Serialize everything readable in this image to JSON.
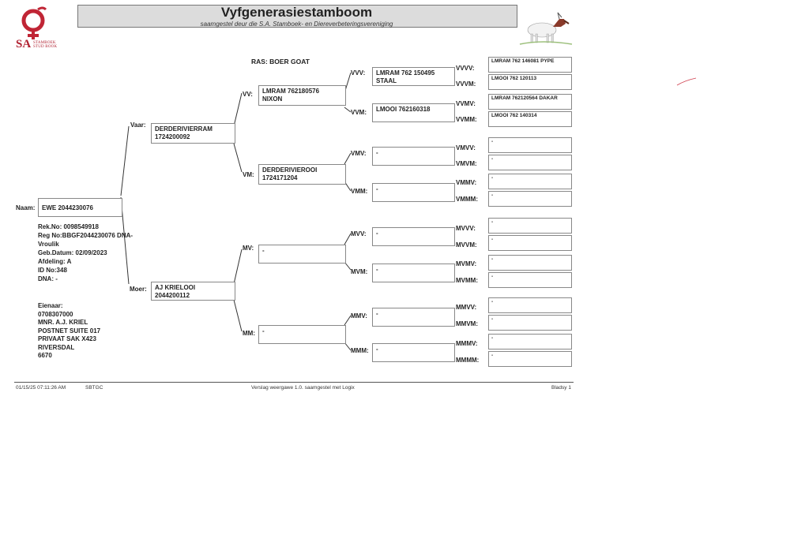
{
  "header": {
    "title": "Vyfgenerasiestamboom",
    "subtitle": "saamgestel deur die S.A. Stamboek- en Diereverbeteringsvereniging",
    "logo_text": "SA",
    "logo_small_1": "STAMBOEK",
    "logo_small_2": "STUD BOOK"
  },
  "breed": "RAS: BOER GOAT",
  "animal": {
    "label": "Naam:",
    "name": "EWE 2044230076",
    "details": [
      "Rek.No: 0098549918",
      "Reg No:BBGF2044230076 DNA-",
      "Vroulik",
      "Geb.Datum: 02/09/2023",
      "Afdeling: A",
      "ID No:348",
      "DNA: -"
    ],
    "owner": [
      "Eienaar:",
      "0708307000",
      "MNR. A.J. KRIEL",
      "POSTNET SUITE 017",
      "PRIVAAT SAK X423",
      "RIVERSDAL",
      "6670"
    ]
  },
  "pedigree": {
    "sire": {
      "label": "Vaar:",
      "line1": "DERDERIVIERRAM",
      "line2": "1724200092"
    },
    "dam": {
      "label": "Moer:",
      "line1": "AJ KRIELOOI",
      "line2": "2044200112"
    },
    "vv": {
      "label": "VV:",
      "line1": "LMRAM 762180576",
      "line2": "NIXON"
    },
    "vm": {
      "label": "VM:",
      "line1": "DERDERIVIEROOI",
      "line2": "1724171204"
    },
    "mv": {
      "label": "MV:",
      "line1": "-",
      "line2": ""
    },
    "mm": {
      "label": "MM:",
      "line1": "-",
      "line2": ""
    },
    "vvv": {
      "label": "VVV:",
      "line1": "LMRAM 762 150495",
      "line2": "STAAL"
    },
    "vvm": {
      "label": "VVM:",
      "line1": "LMOOI 762160318",
      "line2": ""
    },
    "vmv": {
      "label": "VMV:",
      "line1": "-",
      "line2": ""
    },
    "vmm": {
      "label": "VMM:",
      "line1": "-",
      "line2": ""
    },
    "mvv": {
      "label": "MVV:",
      "line1": "-",
      "line2": ""
    },
    "mvm": {
      "label": "MVM:",
      "line1": "-",
      "line2": ""
    },
    "mmv": {
      "label": "MMV:",
      "line1": "-",
      "line2": ""
    },
    "mmm": {
      "label": "MMM:",
      "line1": "-",
      "line2": ""
    },
    "gen5": [
      {
        "label": "VVVV:",
        "text": "LMRAM 762 146081 PYPE"
      },
      {
        "label": "VVVM:",
        "text": "LMOOI 762 120113"
      },
      {
        "label": "VVMV:",
        "text": "LMRAM 762120564 DAKAR"
      },
      {
        "label": "VVMM:",
        "text": "LMOOI 762 140314"
      },
      {
        "label": "VMVV:",
        "text": "-"
      },
      {
        "label": "VMVM:",
        "text": "-"
      },
      {
        "label": "VMMV:",
        "text": "-"
      },
      {
        "label": "VMMM:",
        "text": "-"
      },
      {
        "label": "MVVV:",
        "text": "-"
      },
      {
        "label": "MVVM:",
        "text": "-"
      },
      {
        "label": "MVMV:",
        "text": "-"
      },
      {
        "label": "MVMM:",
        "text": "-"
      },
      {
        "label": "MMVV:",
        "text": "-"
      },
      {
        "label": "MMVM:",
        "text": "-"
      },
      {
        "label": "MMMV:",
        "text": "-"
      },
      {
        "label": "MMMM:",
        "text": "-"
      }
    ]
  },
  "footer": {
    "timestamp": "01/15/25 07:11:26 AM",
    "code": "SBTGC",
    "version": "Verslag weergawe 1.0. saamgestel met Logix",
    "page": "Bladsy 1"
  }
}
